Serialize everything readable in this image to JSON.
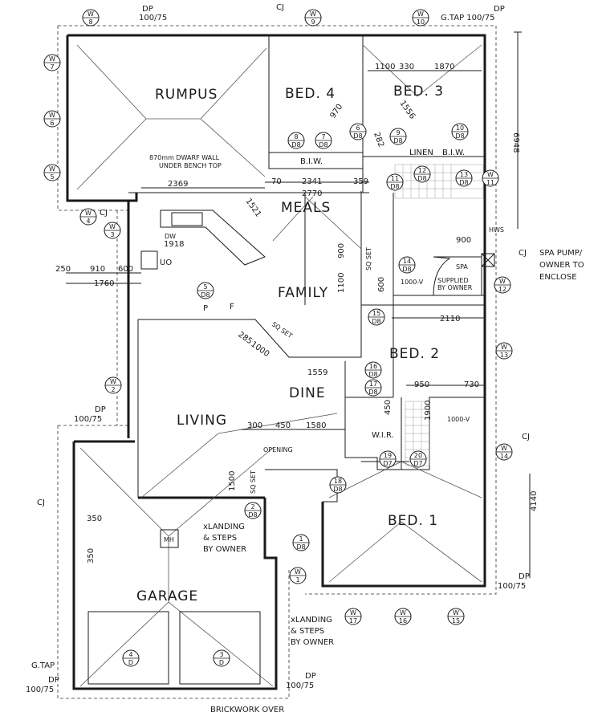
{
  "rooms": {
    "rumpus": "RUMPUS",
    "bed4": "BED. 4",
    "bed3": "BED. 3",
    "meals": "MEALS",
    "family": "FAMILY",
    "bed2": "BED. 2",
    "dine": "DINE",
    "living": "LIVING",
    "garage": "GARAGE",
    "bed1": "BED. 1",
    "wir": "W.I.R.",
    "linen": "LINEN",
    "biw": "B.I.W."
  },
  "notes": {
    "dwarf_wall_1": "870mm DWARF WALL",
    "dwarf_wall_2": "UNDER BENCH TOP",
    "spa_pump_1": "SPA PUMP/",
    "spa_pump_2": "OWNER TO",
    "spa_pump_3": "ENCLOSE",
    "landing1_1": "xLANDING",
    "landing1_2": "& STEPS",
    "landing1_3": "BY OWNER",
    "landing2_1": "xLANDING",
    "landing2_2": "& STEPS",
    "landing2_3": "BY OWNER",
    "opening": "OPENING",
    "sq_set": "SQ SET",
    "spa": "SPA",
    "supplied_1": "SUPPLIED",
    "supplied_2": "BY OWNER",
    "brickwork": "BRICKWORK OVER",
    "hws": "HWS",
    "mh": "MH",
    "uo": "UO",
    "dw": "DW",
    "p": "P",
    "f": "F"
  },
  "tags": {
    "dp": "DP",
    "dp_size": "100/75",
    "cj": "CJ",
    "gtap": "G.TAP",
    "gtap_top": "G.TAP 100/75"
  },
  "dims": [
    "1100",
    "330",
    "1870",
    "6948",
    "970",
    "1556",
    "282",
    "2341",
    "359",
    "2770",
    "2369",
    "1521",
    "1918",
    "250",
    "910",
    "600",
    "1760",
    "900",
    "1100",
    "600",
    "2110",
    "1000",
    "285",
    "1559",
    "950",
    "730",
    "450",
    "1900",
    "300",
    "450",
    "1580",
    "1500",
    "350",
    "350",
    "4140",
    "70",
    "900",
    "1000-V"
  ],
  "windows": [
    {
      "id": "W",
      "n": "8"
    },
    {
      "id": "W",
      "n": "9"
    },
    {
      "id": "W",
      "n": "10"
    },
    {
      "id": "W",
      "n": "7"
    },
    {
      "id": "W",
      "n": "6"
    },
    {
      "id": "W",
      "n": "5"
    },
    {
      "id": "W",
      "n": "4"
    },
    {
      "id": "W",
      "n": "3"
    },
    {
      "id": "W",
      "n": "11"
    },
    {
      "id": "W",
      "n": "12"
    },
    {
      "id": "W",
      "n": "13"
    },
    {
      "id": "W",
      "n": "2"
    },
    {
      "id": "W",
      "n": "14"
    },
    {
      "id": "W",
      "n": "1"
    },
    {
      "id": "W",
      "n": "17"
    },
    {
      "id": "W",
      "n": "16"
    },
    {
      "id": "W",
      "n": "15"
    }
  ],
  "doors": [
    {
      "n": "8",
      "t": "D8"
    },
    {
      "n": "7",
      "t": "D8"
    },
    {
      "n": "6",
      "t": "D8"
    },
    {
      "n": "9",
      "t": "D8"
    },
    {
      "n": "10",
      "t": "D8"
    },
    {
      "n": "11",
      "t": "D8"
    },
    {
      "n": "12",
      "t": "D8"
    },
    {
      "n": "13",
      "t": "D8"
    },
    {
      "n": "14",
      "t": "D8"
    },
    {
      "n": "15",
      "t": "D8"
    },
    {
      "n": "16",
      "t": "D8"
    },
    {
      "n": "17",
      "t": "D8"
    },
    {
      "n": "5",
      "t": "D8"
    },
    {
      "n": "19",
      "t": "D7"
    },
    {
      "n": "20",
      "t": "D7"
    },
    {
      "n": "18",
      "t": "D8"
    },
    {
      "n": "2",
      "t": "D8"
    },
    {
      "n": "1",
      "t": "D8"
    },
    {
      "n": "4",
      "t": "D"
    },
    {
      "n": "3",
      "t": "D"
    }
  ]
}
